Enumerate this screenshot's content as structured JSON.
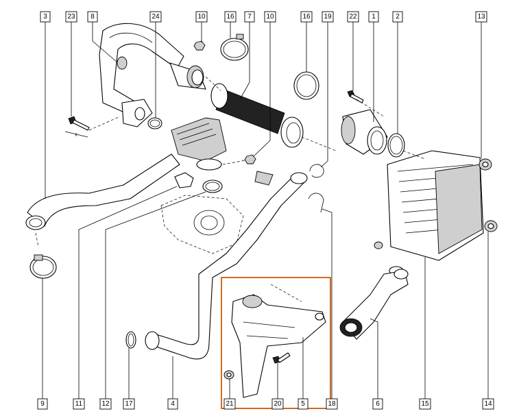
{
  "highlight_color": "#d2691e",
  "callouts_top": {
    "c3": "3",
    "c23": "23",
    "c8": "8",
    "c24": "24",
    "c10a": "10",
    "c16a": "16",
    "c7": "7",
    "c10b": "10",
    "c16b": "16",
    "c19": "19",
    "c22": "22",
    "c1": "1",
    "c2": "2",
    "c13": "13"
  },
  "callouts_bottom": {
    "c9": "9",
    "c11": "11",
    "c12": "12",
    "c17": "17",
    "c4": "4",
    "c21": "21",
    "c20": "20",
    "c5": "5",
    "c18": "18",
    "c6": "6",
    "c15": "15",
    "c14": "14"
  }
}
